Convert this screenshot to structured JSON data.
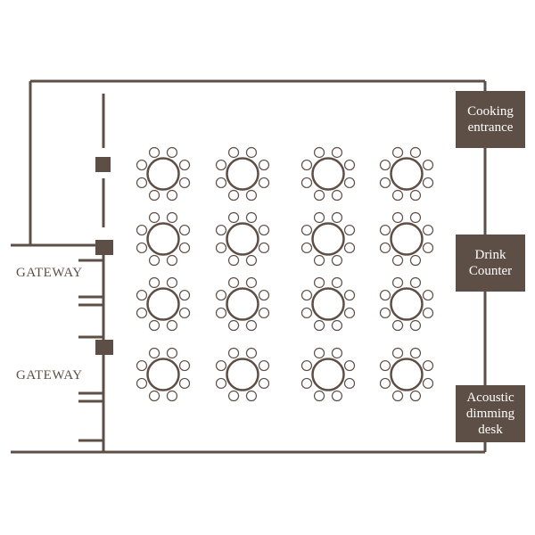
{
  "colors": {
    "wall": "#5e4f46",
    "label_box": "#5e4f46",
    "label_text": "#ffffff",
    "table_fill": "#ffffff"
  },
  "stations": {
    "cooking": "Cooking\nentrance",
    "drink": "Drink\nCounter",
    "acoustic": "Acoustic\ndimming\ndesk"
  },
  "gateways": [
    "GATEWAY",
    "GATEWAY"
  ],
  "layout_info": {
    "table_rows": 4,
    "table_cols": 4,
    "seats_per_table": 8
  }
}
